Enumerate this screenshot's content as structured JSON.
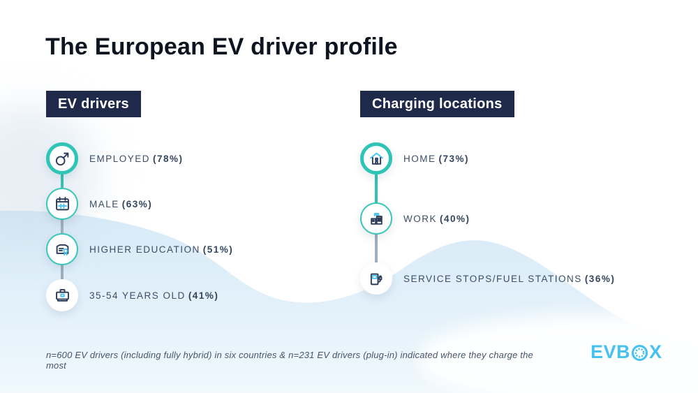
{
  "page": {
    "title": "The European EV driver profile"
  },
  "sections": [
    {
      "header": "EV drivers",
      "items": [
        {
          "label": "EMPLOYED",
          "value": "(78%)",
          "icon": "male-icon",
          "ring": "thick"
        },
        {
          "label": "MALE",
          "value": "(63%)",
          "icon": "calendar-icon",
          "ring": "thin"
        },
        {
          "label": "HIGHER EDUCATION",
          "value": "(51%)",
          "icon": "certificate-icon",
          "ring": "thin"
        },
        {
          "label": "35-54 YEARS OLD",
          "value": "(41%)",
          "icon": "briefcase-icon",
          "ring": "none"
        }
      ]
    },
    {
      "header": "Charging locations",
      "items": [
        {
          "label": "HOME",
          "value": "(73%)",
          "icon": "home-icon",
          "ring": "thick"
        },
        {
          "label": "WORK",
          "value": "(40%)",
          "icon": "work-icon",
          "ring": "thin"
        },
        {
          "label": "SERVICE STOPS/FUEL STATIONS",
          "value": "(36%)",
          "icon": "charger-icon",
          "ring": "none"
        }
      ]
    }
  ],
  "chart_data": [
    {
      "type": "table",
      "title": "EV drivers",
      "categories": [
        "EMPLOYED",
        "MALE",
        "HIGHER EDUCATION",
        "35-54 YEARS OLD"
      ],
      "values": [
        78,
        63,
        51,
        41
      ],
      "unit": "%"
    },
    {
      "type": "table",
      "title": "Charging locations",
      "categories": [
        "HOME",
        "WORK",
        "SERVICE STOPS/FUEL STATIONS"
      ],
      "values": [
        73,
        40,
        36
      ],
      "unit": "%"
    }
  ],
  "footnote": "n=600 EV drivers (including fully hybrid) in six countries & n=231 EV drivers (plug-in) indicated where they charge the most",
  "logo": {
    "prefix": "EVB",
    "suffix": "X",
    "socket_icon": "evbox-socket-icon"
  },
  "colors": {
    "accent_teal": "#2ec5b6",
    "accent_blue": "#49c3f1",
    "badge_navy": "#1f2a4b",
    "icon_navy": "#2b3b57",
    "text_navy": "#3c4d66",
    "logo_blue": "#47c1f0",
    "wave_blue": "#d9ebf7",
    "connector_gray": "#9fafbd"
  }
}
